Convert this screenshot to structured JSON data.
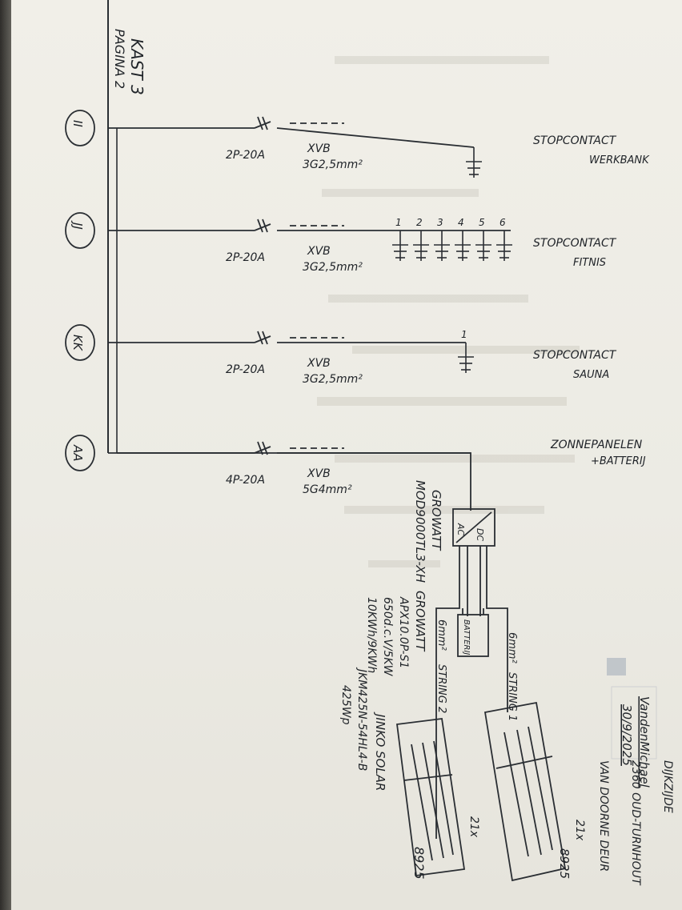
{
  "header": {
    "kast": "KAST",
    "kast_num": "3",
    "pagina": "PAGINA",
    "pagina_num": "2"
  },
  "circuits": [
    {
      "id": "II",
      "breaker": "2P-20A",
      "cable_type": "XVB",
      "cable_size": "3G2,5mm²",
      "load_label": "STOPCONTACT",
      "load_sub": "WERKBANK"
    },
    {
      "id": "JJ",
      "breaker": "2P-20A",
      "cable_type": "XVB",
      "cable_size": "3G2,5mm²",
      "load_label": "STOPCONTACT",
      "load_sub": "FITNIS",
      "socket_numbers": [
        "1",
        "2",
        "3",
        "4",
        "5",
        "6"
      ]
    },
    {
      "id": "KK",
      "breaker": "2P-20A",
      "cable_type": "XVB",
      "cable_size": "3G2,5mm²",
      "load_label": "STOPCONTACT",
      "load_sub": "SAUNA",
      "socket_numbers": [
        "1"
      ]
    },
    {
      "id": "AA",
      "breaker": "4P-20A",
      "cable_type": "XVB",
      "cable_size": "5G4mm²",
      "load_label": "ZONNEPANELEN",
      "load_sub": "+BATTERIJ"
    }
  ],
  "inverter": {
    "symbol_top": "AC",
    "symbol_bottom": "DC",
    "brand": "GROWATT",
    "model": "MOD9000TL3-XH"
  },
  "battery": {
    "label": "BATTERIJ",
    "brand": "GROWATT",
    "specs": [
      "APX10.0P-S1",
      "650d.c.V/5KW",
      "10KWh/9KWh"
    ]
  },
  "strings": [
    {
      "cable": "6mm²",
      "label": "STRING 1",
      "count": "21x",
      "power": "8925"
    },
    {
      "cable": "6mm²",
      "label": "STRING 2",
      "count": "21x",
      "power": "8925"
    }
  ],
  "panels": {
    "brand": "JINKO SOLAR",
    "model": "JKM425N-54HL4-B",
    "power": "425Wp"
  },
  "signature": {
    "name": "VandenMichael",
    "date": "30/9/2025"
  },
  "address": [
    "DIJKZIJDE",
    "2360 OUD-TURNHOUT",
    "VAN DOORNE DEUR"
  ]
}
